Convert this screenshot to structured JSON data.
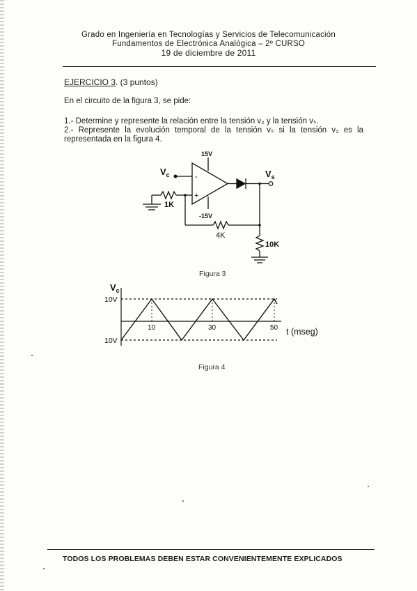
{
  "header": {
    "line1": "Grado en Ingeniería en Tecnologías y Servicios de Telecomunicación",
    "line2": "Fundamentos de Electrónica Analógica – 2º CURSO",
    "date": "19 de diciembre de 2011"
  },
  "exercise": {
    "title": "EJERCICIO 3",
    "points": ". (3 puntos)",
    "intro": "En el circuito de la figura 3, se pide:",
    "item1": "1.- Determine y represente la relación entre la tensión v₂ y la tensión vₛ.",
    "item2": "2.- Represente la evolución temporal de la tensión vₛ si la tensión v₂ es la representada en la figura 4."
  },
  "circuit": {
    "vc_label": "V",
    "vc_sub": "c",
    "vs_label": "V",
    "vs_sub": "s",
    "vplus": "15V",
    "vminus": "-15V",
    "r1": "1K",
    "r2": "4K",
    "r3": "10K",
    "minus": "-",
    "plus": "+",
    "caption": "Figura 3"
  },
  "waveform": {
    "ylabel": "V",
    "ylabel_sub": "c",
    "ytop": "10V",
    "ybottom": "10V",
    "xticks": [
      "10",
      "30",
      "50"
    ],
    "xlabel": "t (mseg)",
    "caption": "Figura 4"
  },
  "footer": "TODOS LOS PROBLEMAS DEBEN ESTAR CONVENIENTEMENTE EXPLICADOS"
}
